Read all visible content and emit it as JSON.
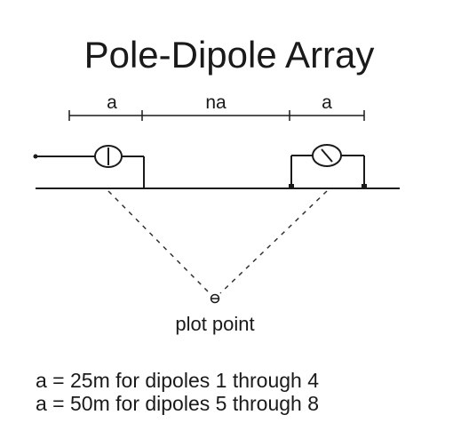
{
  "diagram": {
    "title": "Pole-Dipole Array",
    "spacing_labels": {
      "left": "a",
      "middle": "na",
      "right": "a"
    },
    "plot_point_label": "plot point",
    "notes": [
      "a = 25m for dipoles 1 through 4",
      "a = 50m for dipoles 5 through 8"
    ]
  }
}
